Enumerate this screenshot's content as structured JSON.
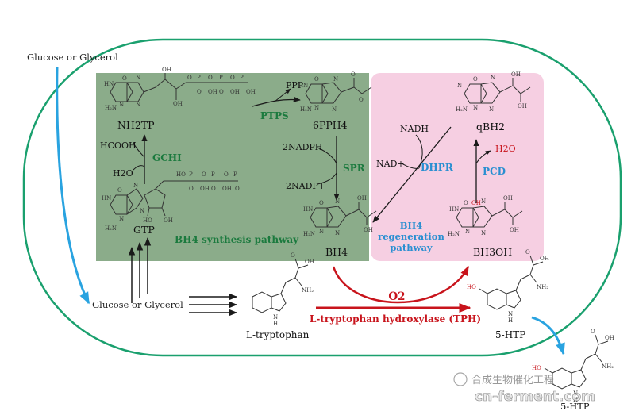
{
  "labels": {
    "glucose_top": "Glucose or Glycerol",
    "glucose_mid": "Glucose or Glycerol",
    "nh2tp": "NH2TP",
    "gtp": "GTP",
    "hcooh": "HCOOH",
    "h2o_left": "H2O",
    "gchi": "GCHI",
    "ppp": "PPP",
    "ptps": "PTPS",
    "p6pih4": "6PPH4",
    "nadph": "2NADPH",
    "nadp": "2NADP+",
    "spr": "SPR",
    "bh4": "BH4",
    "bh4_pathway": "BH4 synthesis pathway",
    "nadh": "NADH",
    "nad": "NAD+",
    "dhpr": "DHPR",
    "qbh2": "qBH2",
    "h2o_right": "H2O",
    "pcd": "PCD",
    "regen_1": "BH4",
    "regen_2": "regeneration",
    "regen_3": "pathway",
    "bh3oh": "BH3OH",
    "o2": "O2",
    "trp": "L-tryptophan",
    "tph": "L-tryptophan hydroxylase (TPH)",
    "htp_in": "5-HTP",
    "htp_out": "5-HTP",
    "watermark": "合成生物催化工程",
    "site": "cn-ferment.com"
  },
  "colors": {
    "cell_border": "#1aa06e",
    "synthesis_box": "#8bac8a",
    "regen_box": "#f6cfe2",
    "enzyme_green": "#1b7a3e",
    "enzyme_blue": "#2a8fd1",
    "tph_red": "#c8141c",
    "arrow_blue": "#29a3e0"
  }
}
